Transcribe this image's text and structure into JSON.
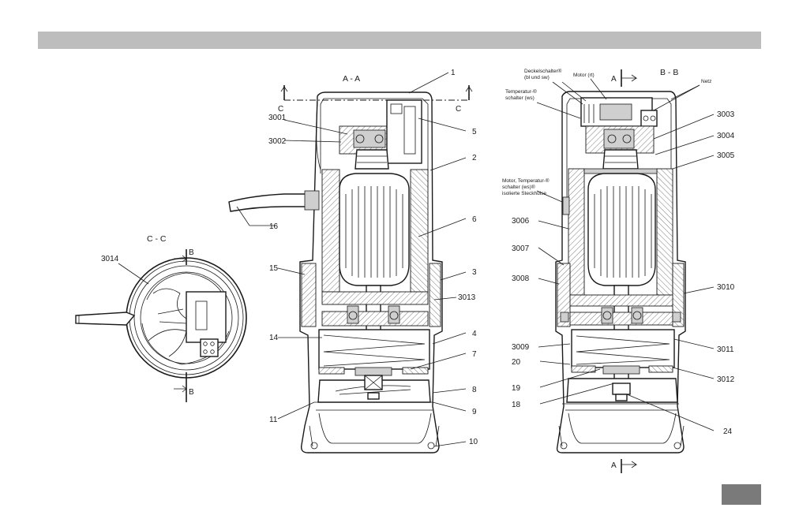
{
  "section_labels": {
    "aa": "A - A",
    "bb": "B - B",
    "cc": "C - C",
    "c_left": "C",
    "c_right": "C",
    "a_top": "A",
    "a_bottom": "A",
    "b_top": "B",
    "b_bottom": "B"
  },
  "callouts_aa": {
    "c1": "1",
    "c3001": "3001",
    "c3002": "3002",
    "c5": "5",
    "c2": "2",
    "c6": "6",
    "c16": "16",
    "c15": "15",
    "c3": "3",
    "c3013": "3013",
    "c14": "14",
    "c4": "4",
    "c7": "7",
    "c8": "8",
    "c11": "11",
    "c9": "9",
    "c10": "10"
  },
  "callouts_bb": {
    "deckel_line1": "Deckelschalter®",
    "deckel_line2": "(bl und sw)",
    "motor_rt": "Motor (rt)",
    "netz": "Netz",
    "temp_line1": "Temperatur-®",
    "temp_line2": "schalter (ws)",
    "mts_line1": "Motor, Temperatur-®",
    "mts_line2": "schalter (ws)®",
    "mts_line3": "isolierte Steckhülse",
    "c3003": "3003",
    "c3004": "3004",
    "c3005": "3005",
    "c3006": "3006",
    "c3007": "3007",
    "c3008": "3008",
    "c3010": "3010",
    "c3009": "3009",
    "c3011": "3011",
    "c20": "20",
    "c19": "19",
    "c3012": "3012",
    "c18": "18",
    "c24": "24"
  },
  "callouts_cc": {
    "c3014": "3014"
  }
}
